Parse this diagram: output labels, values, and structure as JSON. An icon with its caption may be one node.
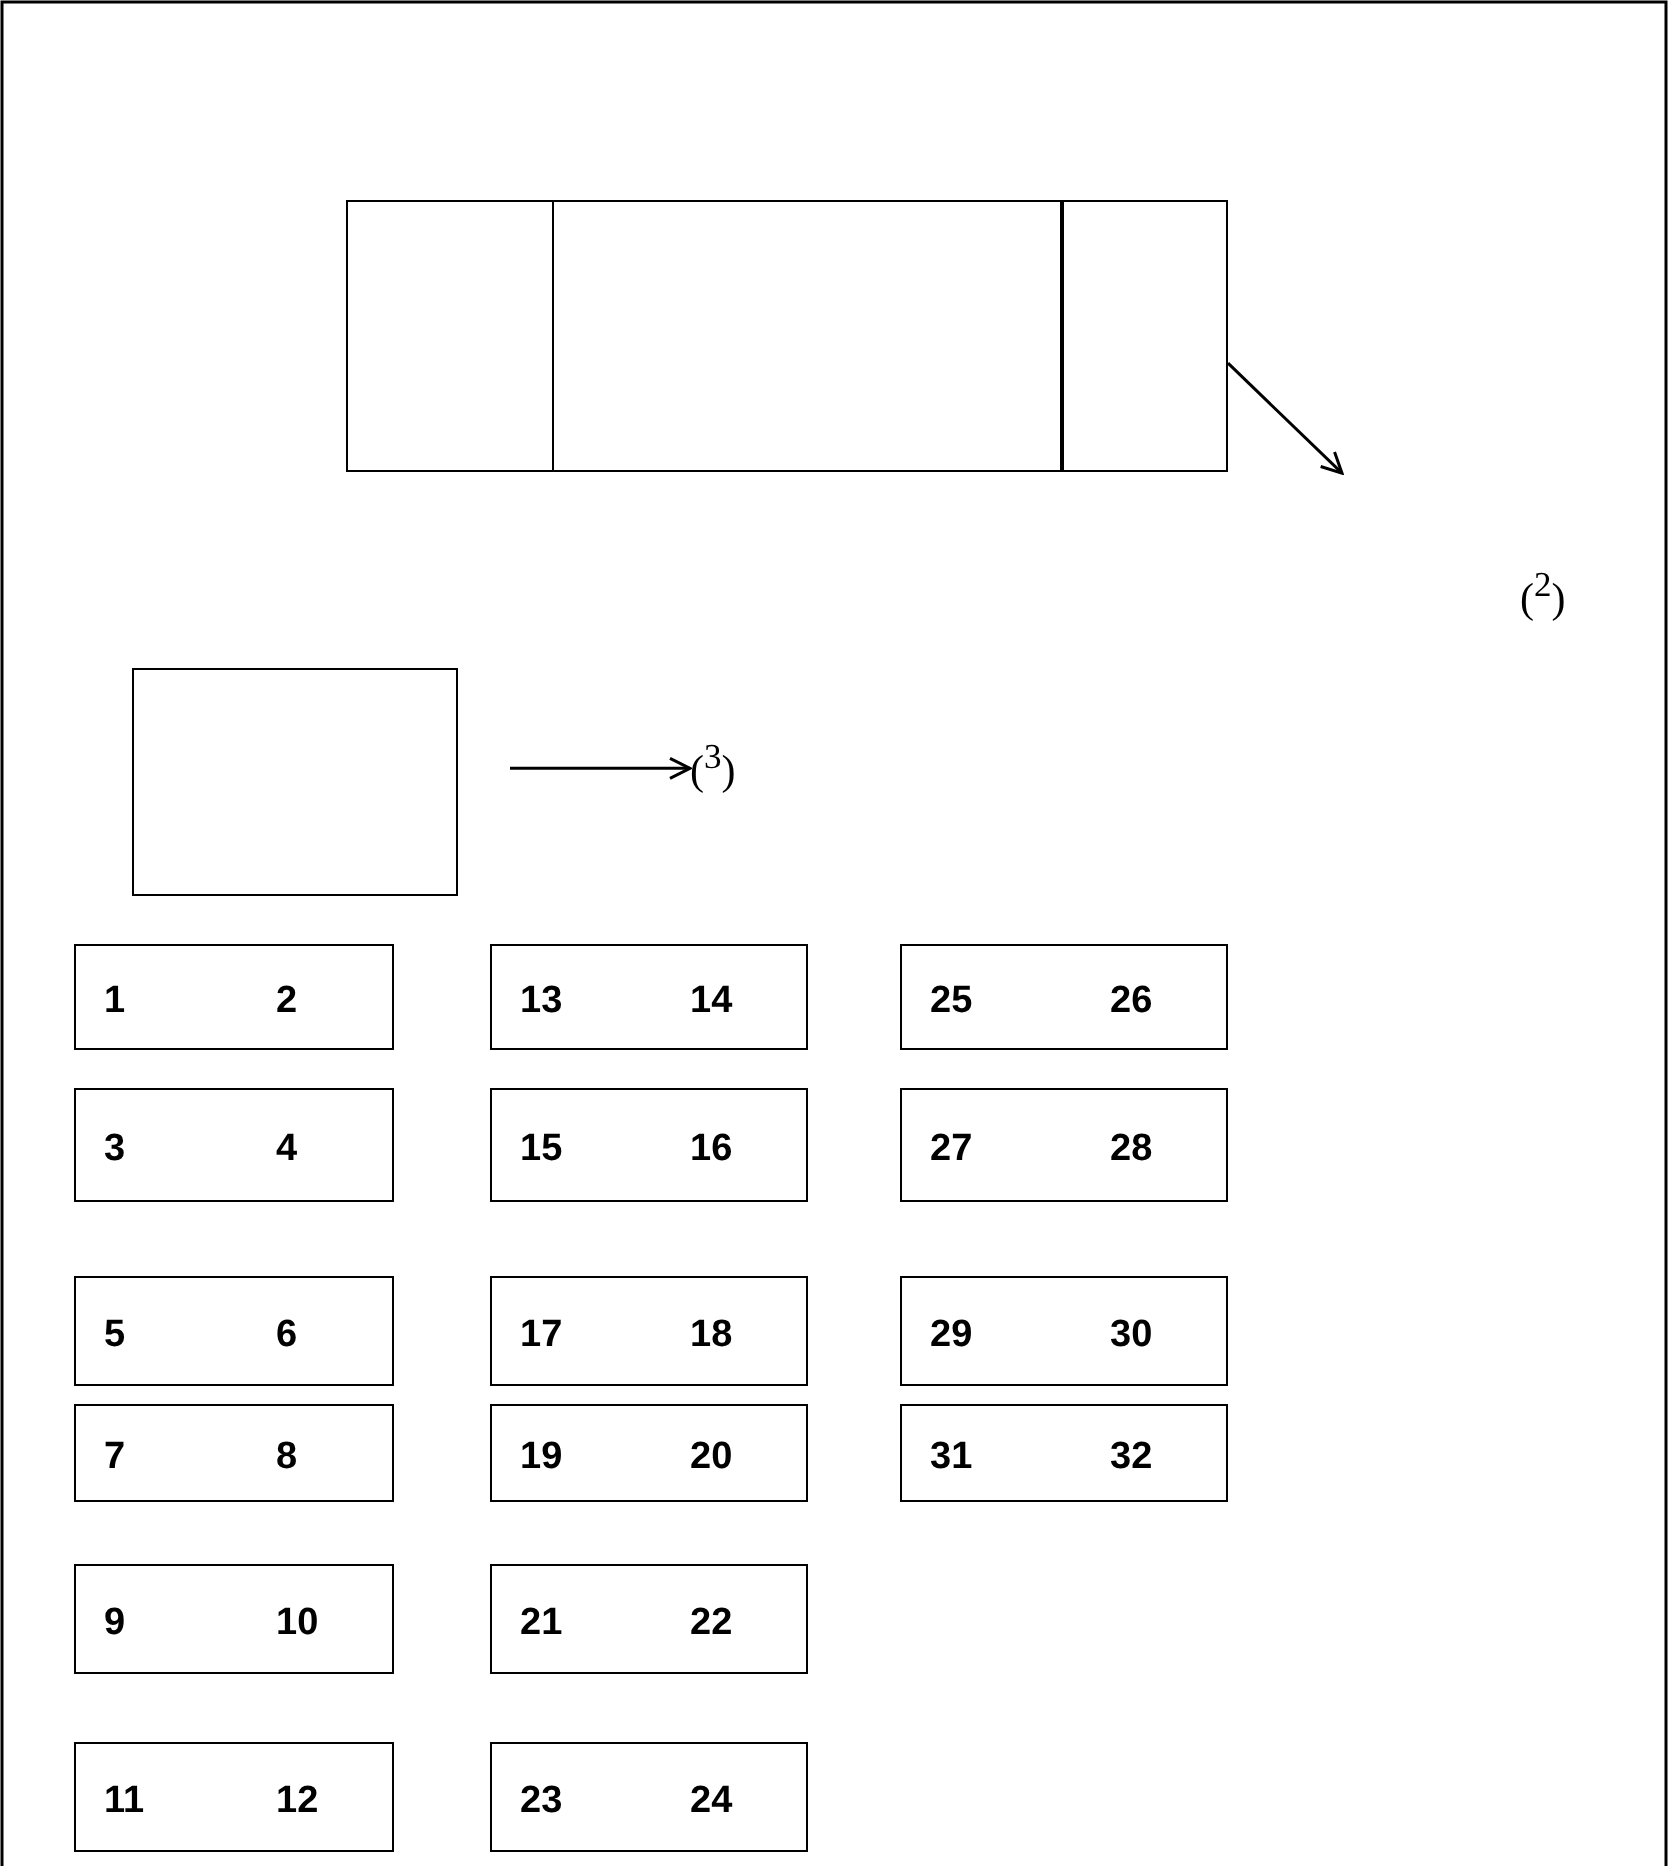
{
  "diagram": {
    "nodes": [
      {
        "text": [],
        "shape": "box"
      },
      {
        "text": [],
        "shape": "box"
      },
      {
        "text": [],
        "shape": "box"
      },
      {
        "text": [],
        "shape": "box"
      },
      {
        "text": [
          "($^{3}$)"
        ]
      },
      {
        "text": [
          "1",
          "2"
        ]
      },
      {
        "text": [
          "3",
          "4"
        ]
      },
      {
        "text": [
          "5",
          "6"
        ]
      },
      {
        "text": [
          "7",
          "8"
        ]
      },
      {
        "text": [
          "9",
          "10"
        ]
      },
      {
        "text": [
          "11",
          "12"
        ]
      },
      {
        "text": [
          "13",
          "14"
        ]
      },
      {
        "text": [
          "15",
          "16"
        ]
      },
      {
        "text": [
          "17",
          "18"
        ]
      },
      {
        "text": [
          "19",
          "20"
        ]
      },
      {
        "text": [
          "21",
          "22"
        ]
      },
      {
        "text": [
          "23",
          "24"
        ]
      },
      {
        "text": [
          "25",
          "26"
        ]
      },
      {
        "text": [
          "27",
          "28"
        ]
      },
      {
        "text": [
          "29",
          "30"
        ]
      },
      {
        "text": [
          "31",
          "32"
        ]
      }
    ],
    "edges": [
      {
        "from": 2,
        "to": null,
        "arrow": "to"
      },
      {
        "from": 3,
        "to": 4,
        "arrow": "to"
      }
    ],
    "labels": [
      "($^{2}$)"
    ]
  }
}
